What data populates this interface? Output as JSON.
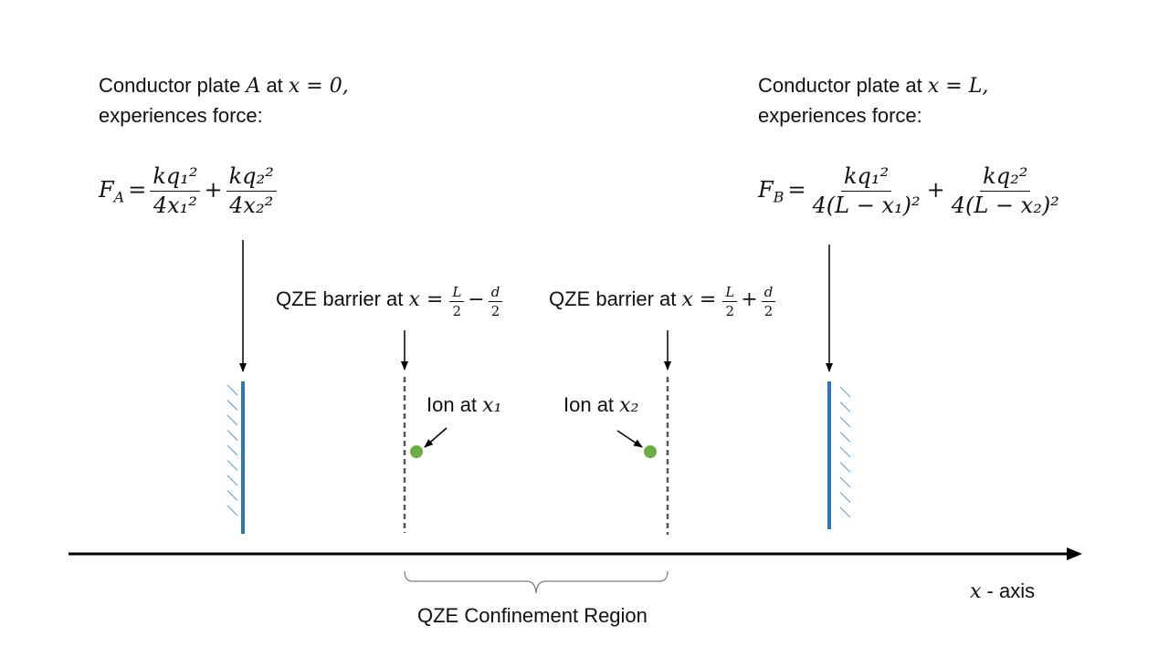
{
  "plate_a": {
    "label_line1": "Conductor plate ",
    "label_var": "A",
    "label_at": " at ",
    "label_pos": "x = 0,",
    "label_line2": "experiences force:",
    "force_symbol": "F",
    "force_sub": "A",
    "term1_num": "kq₁²",
    "term1_den": "4x₁²",
    "term2_num": "kq₂²",
    "term2_den": "4x₂²"
  },
  "plate_b": {
    "label_line1": "Conductor plate at ",
    "label_pos": "x = L,",
    "label_line2": "experiences force:",
    "force_symbol": "F",
    "force_sub": "B",
    "term1_num": "kq₁²",
    "term1_den": "4(L − x₁)²",
    "term2_num": "kq₂²",
    "term2_den": "4(L − x₂)²"
  },
  "barrier_left": {
    "label_text": "QZE barrier at ",
    "var": "x",
    "eq": " = ",
    "frac1_num": "L",
    "frac1_den": "2",
    "op": "−",
    "frac2_num": "d",
    "frac2_den": "2"
  },
  "barrier_right": {
    "label_text": "QZE barrier at ",
    "var": "x",
    "eq": " = ",
    "frac1_num": "L",
    "frac1_den": "2",
    "op": "+",
    "frac2_num": "d",
    "frac2_den": "2"
  },
  "ion1": {
    "label_text": "Ion at ",
    "label_var": "x₁"
  },
  "ion2": {
    "label_text": "Ion at ",
    "label_var": "x₂"
  },
  "region_label": "QZE Confinement Region",
  "axis": {
    "var": "x",
    "text": " - axis"
  },
  "colors": {
    "plate": "#2e75b6",
    "hatch": "#5b9bd5",
    "barrier": "#595959",
    "ion": "#70ad47",
    "line": "#000000",
    "brace": "#7f7f7f"
  }
}
